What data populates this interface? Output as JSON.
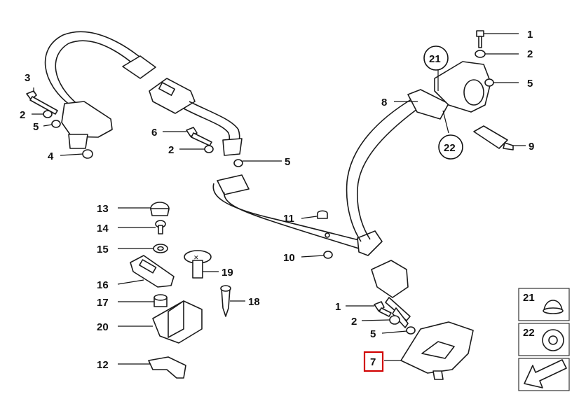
{
  "callouts": {
    "c1a": "1",
    "c2a": "2",
    "c5a": "5",
    "c21": "21",
    "c8": "8",
    "c22": "22",
    "c9": "9",
    "c3": "3",
    "c2b": "2",
    "c5b": "5",
    "c4": "4",
    "c6": "6",
    "c2c": "2",
    "c5c": "5",
    "c13": "13",
    "c14": "14",
    "c15": "15",
    "c16": "16",
    "c17": "17",
    "c20": "20",
    "c12": "12",
    "c19": "19",
    "c18": "18",
    "c11": "11",
    "c10": "10",
    "c1b": "1",
    "c2d": "2",
    "c5d": "5",
    "c7": "7"
  },
  "legend": {
    "l21": "21",
    "l22": "22"
  },
  "colors": {
    "highlight": "#d10000",
    "line": "#1b1b1b"
  },
  "icons": {
    "arrow": "arrow-down-left-icon"
  }
}
